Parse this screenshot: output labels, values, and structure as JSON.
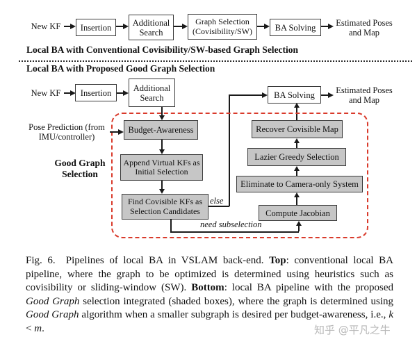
{
  "figure": {
    "top_pipeline": {
      "input": "New KF",
      "insertion": "Insertion",
      "additional_search": "Additional Search",
      "graph_selection": "Graph Selection (Covisibility/SW)",
      "ba_solving": "BA Solving",
      "output": "Estimated Poses and Map"
    },
    "section_headers": {
      "conventional": "Local BA with Conventional Covisibility/SW-based Graph Selection",
      "proposed": "Local BA with Proposed Good Graph Selection"
    },
    "bottom_pipeline": {
      "input": "New KF",
      "insertion": "Insertion",
      "additional_search": "Additional Search",
      "ba_solving": "BA Solving",
      "output": "Estimated Poses and Map",
      "pose_prediction": "Pose Prediction (from IMU/controller)",
      "good_graph_label": "Good Graph Selection",
      "budget_awareness": "Budget-Awareness",
      "append_virtual_kfs": "Append Virtual KFs as Initial Selection",
      "find_covisible_kfs": "Find Covisible KFs as Selection Candidates",
      "recover_covisible_map": "Recover Covisible Map",
      "lazier_greedy_selection": "Lazier Greedy Selection",
      "eliminate_camera_only": "Eliminate to Camera-only System",
      "compute_jacobian": "Compute Jacobian",
      "edge_else": "else",
      "edge_need_subselection": "need subselection"
    },
    "colors": {
      "shaded_box_fill": "#c6c6c6",
      "box_border": "#3a3a3a",
      "dashed_region_border": "#d93a2b",
      "watermark_text": "#b8b8b8"
    }
  },
  "caption": {
    "segments": [
      {
        "t": "Fig. 6.  Pipelines of local BA in VSLAM back-end. "
      },
      {
        "t": "Top"
      },
      {
        "t": ": conventional local BA pipeline, where the graph to be optimized is determined using heuristics such as covisibility or sliding-window (SW). "
      },
      {
        "t": "Bottom"
      },
      {
        "t": ": local BA pipeline with the proposed "
      },
      {
        "t": "Good Graph"
      },
      {
        "t": " selection integrated (shaded boxes), where the graph is determined using "
      },
      {
        "t": "Good Graph"
      },
      {
        "t": " algorithm when a smaller subgraph is desired per budget-awareness, i.e., "
      },
      {
        "t": "k"
      },
      {
        "t": " < "
      },
      {
        "t": "m"
      },
      {
        "t": "."
      }
    ]
  },
  "watermark": "知乎 @平凡之牛"
}
